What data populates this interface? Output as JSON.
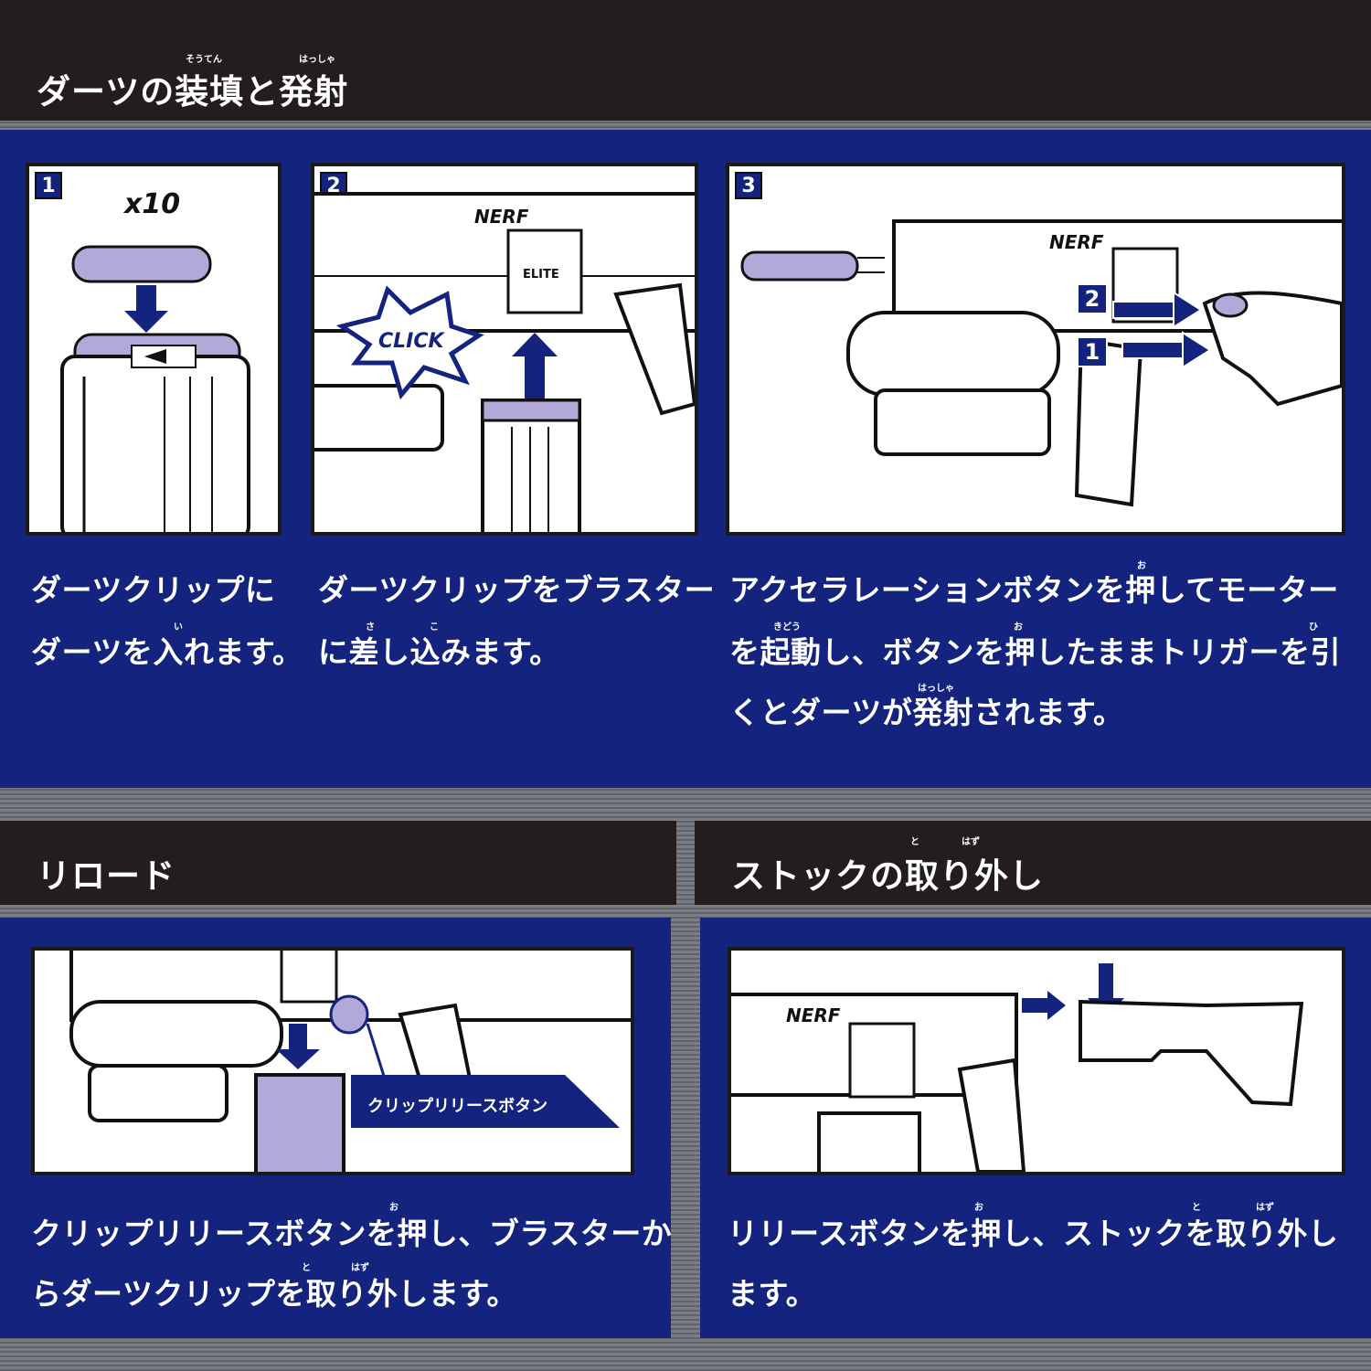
{
  "section_loading": {
    "title": "ダーツの装填と発射",
    "ruby": [
      "そうてん",
      "はっしゃ"
    ],
    "steps": [
      {
        "number": "1",
        "multiplier": "x10",
        "lines": [
          "ダーツクリップに",
          "ダーツを入れます。"
        ],
        "ruby": [
          "い"
        ]
      },
      {
        "number": "2",
        "click_label": "CLICK",
        "lines": [
          "ダーツクリップをブラスター",
          "に差し込みます。"
        ],
        "ruby": [
          "さ",
          "こ"
        ]
      },
      {
        "number": "3",
        "sub_markers": [
          "2",
          "1"
        ],
        "lines": [
          "アクセラレーションボタンを押してモーター",
          "を起動し、ボタンを押したままトリガーを引",
          "くとダーツが発射されます。"
        ],
        "ruby": [
          "お",
          "きどう",
          "お",
          "ひ",
          "はっしゃ"
        ]
      }
    ]
  },
  "section_reload": {
    "title": "リロード",
    "callout": "クリップリリースボタン",
    "lines": [
      "クリップリリースボタンを押し、ブラスターか",
      "らダーツクリップを取り外します。"
    ],
    "ruby": [
      "お",
      "と",
      "はず"
    ]
  },
  "section_stock": {
    "title": "ストックの取り外し",
    "title_ruby": [
      "と",
      "はず"
    ],
    "lines": [
      "リリースボタンを押し、ストックを取り外し",
      "ます。"
    ],
    "ruby": [
      "お",
      "と",
      "はず"
    ]
  },
  "brand_text": [
    "NERF",
    "ELITE"
  ],
  "colors": {
    "navy": "#13237e",
    "dark_band": "#231e1d",
    "lavender": "#b3a9d9",
    "white": "#ffffff"
  }
}
